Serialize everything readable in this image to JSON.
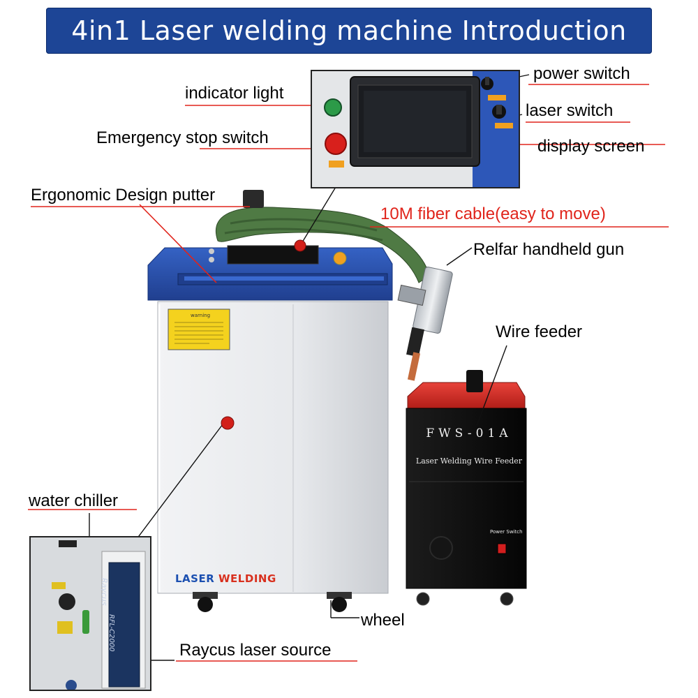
{
  "title": "4in1 Laser welding machine Introduction",
  "labels": {
    "indicator_light": "indicator light",
    "emergency_stop": "Emergency stop switch",
    "power_switch": "power switch",
    "laser_switch": "laser switch",
    "display_screen": "display screen",
    "ergonomic_putter": "Ergonomic Design putter",
    "fiber_cable": "10M fiber cable(easy to move)",
    "handheld_gun": "Relfar handheld gun",
    "wire_feeder": "Wire feeder",
    "water_chiller": "water chiller",
    "wheel": "wheel",
    "laser_source": "Raycus laser source"
  },
  "machine": {
    "brand_part1": "LASER",
    "brand_part2": "WELDING",
    "warning": "warning"
  },
  "feeder": {
    "model": "FWS-01A",
    "name": "Laser Welding Wire Feeder",
    "power_label": "Power Switch"
  },
  "laser_source": {
    "brand": "Raycus",
    "model": "RFL-C2000"
  },
  "colors": {
    "banner": "#1d4596",
    "annotation_line": "#e0241b",
    "machine_top": "#2a55b8",
    "cable": "#4f7a44",
    "feeder_top": "#d7312a"
  }
}
